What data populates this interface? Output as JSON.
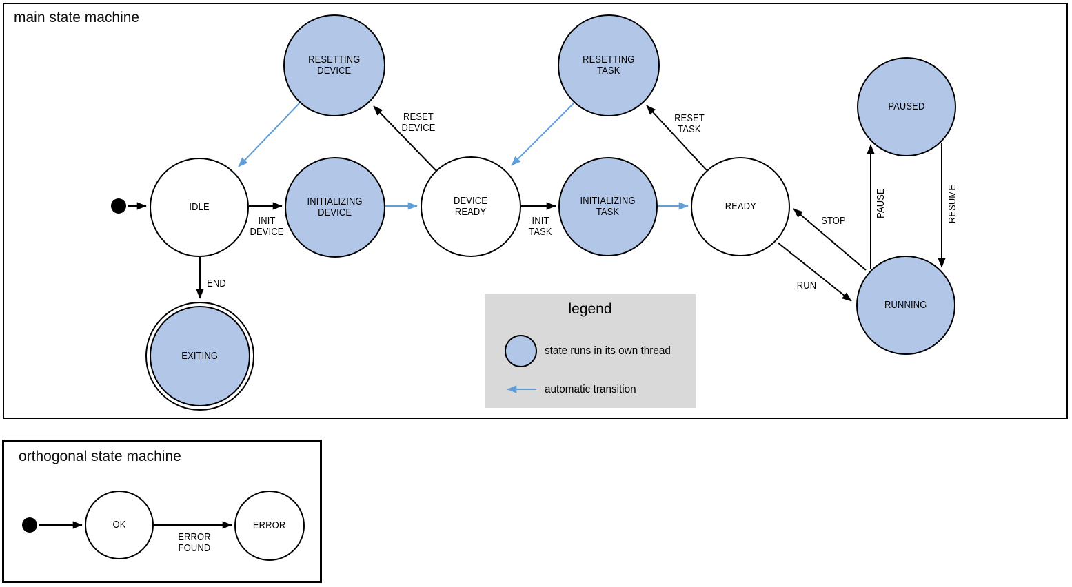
{
  "colors": {
    "threaded_state_fill": "#b2c7e8",
    "automatic_transition_blue": "#5f9ed7",
    "legend_background": "#d9d9d9",
    "outline": "#000000"
  },
  "main_machine": {
    "title": "main state machine",
    "states": [
      {
        "label": "IDLE"
      },
      {
        "label": "RESETTING\nDEVICE"
      },
      {
        "label": "INITIALIZING\nDEVICE"
      },
      {
        "label": "DEVICE\nREADY"
      },
      {
        "label": "RESETTING\nTASK"
      },
      {
        "label": "INITIALIZING\nTASK"
      },
      {
        "label": "READY"
      },
      {
        "label": "PAUSED"
      },
      {
        "label": "RUNNING"
      },
      {
        "label": "EXITING"
      }
    ],
    "transition_labels": [
      {
        "label": "INIT\nDEVICE"
      },
      {
        "label": "END"
      },
      {
        "label": "RESET\nDEVICE"
      },
      {
        "label": "RESET\nTASK"
      },
      {
        "label": "INIT\nTASK"
      },
      {
        "label": "STOP"
      },
      {
        "label": "RUN"
      },
      {
        "label": "PAUSE"
      },
      {
        "label": "RESUME"
      }
    ]
  },
  "legend": {
    "title": "legend",
    "thread_item": "state runs in its own thread",
    "auto_item": "automatic transition"
  },
  "orthogonal_machine": {
    "title": "orthogonal state machine",
    "states": [
      {
        "label": "OK"
      },
      {
        "label": "ERROR"
      }
    ],
    "transition_labels": [
      {
        "label": "ERROR\nFOUND"
      }
    ]
  }
}
